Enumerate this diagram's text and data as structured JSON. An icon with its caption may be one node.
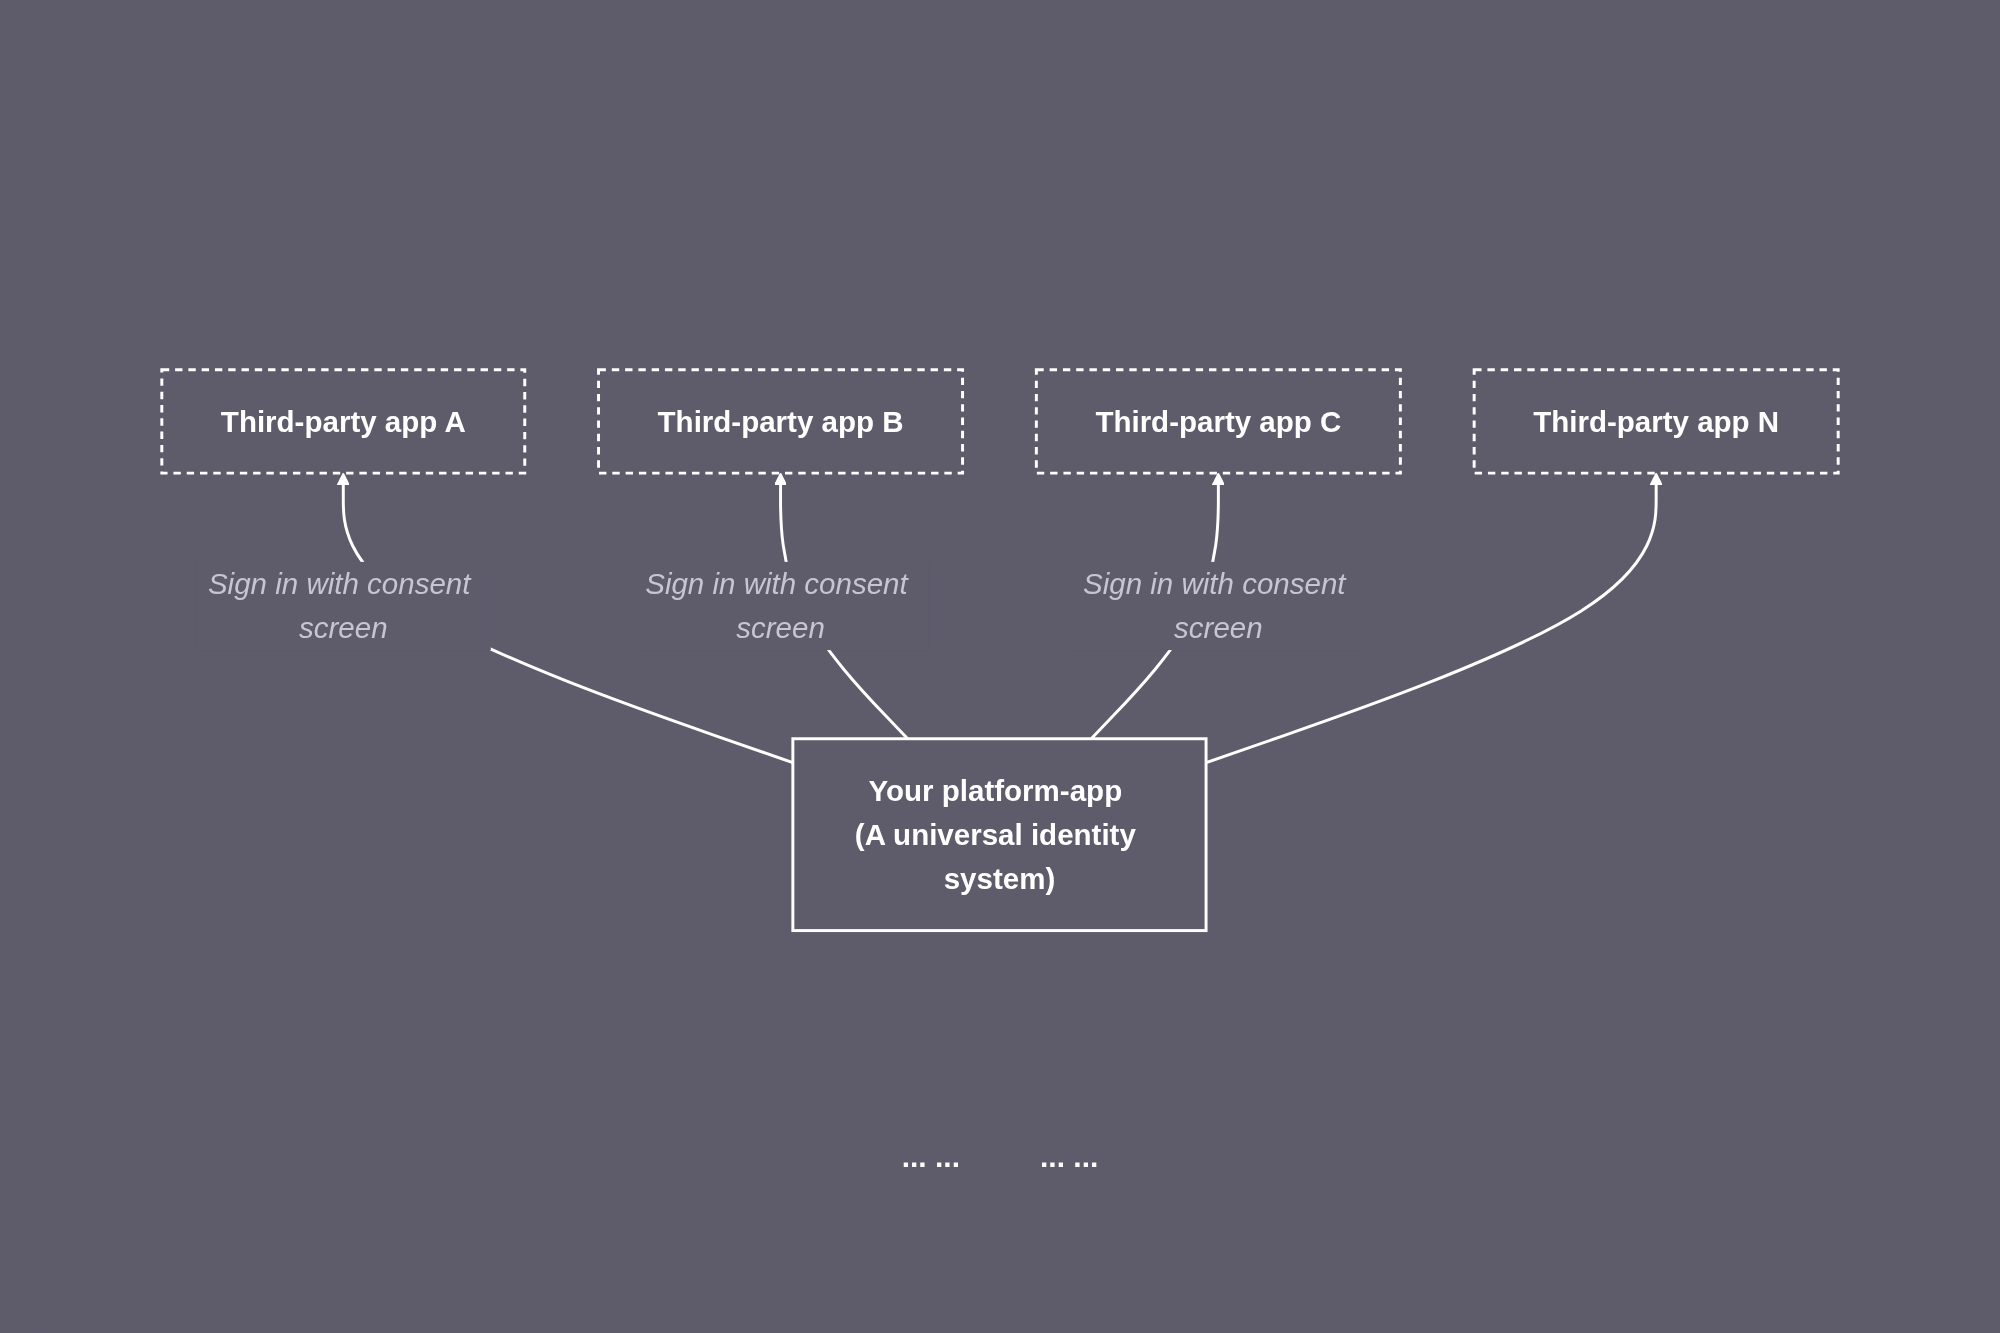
{
  "diagram": {
    "nodes": [
      {
        "text": [
          "Third-party app A"
        ]
      },
      {
        "text": [
          "Third-party app B"
        ]
      },
      {
        "text": [
          "Third-party app C"
        ]
      },
      {
        "text": [
          "Third-party app N"
        ]
      },
      {
        "text": [
          "Your platform-app (A universal identity system)"
        ]
      }
    ],
    "edges": [
      {
        "from": 4,
        "to": 0,
        "arrow": "to",
        "label": "Sign in with consent screen"
      },
      {
        "from": 4,
        "to": 1,
        "arrow": "to",
        "label": "Sign in with consent screen"
      },
      {
        "from": 4,
        "to": 2,
        "arrow": "to",
        "label": "Sign in with consent screen"
      },
      {
        "from": 4,
        "to": 3,
        "arrow": "to"
      }
    ],
    "labels": [
      "... ...",
      "... ..."
    ]
  }
}
